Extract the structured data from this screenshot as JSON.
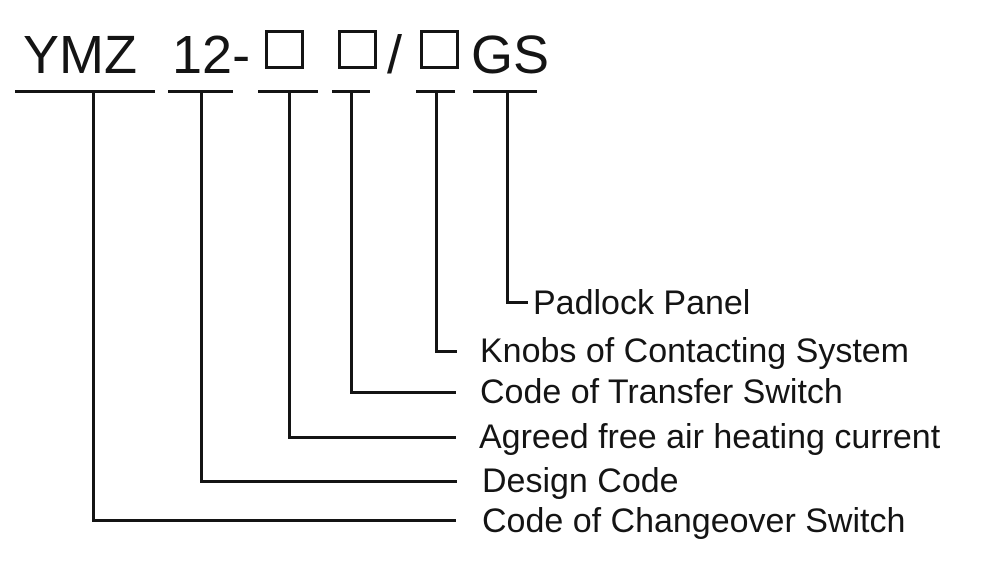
{
  "diagram": {
    "kind": "model-code-nomenclature",
    "full_code": "YMZ 12-□ □/□GS",
    "title_segments": {
      "series": "YMZ",
      "design": "12-",
      "slash": "/",
      "suffix": "GS",
      "placeholder_symbol": "□"
    },
    "callouts": [
      {
        "code_part": "suffix-GS",
        "label": "Padlock Panel"
      },
      {
        "code_part": "box-3",
        "label": "Knobs of Contacting System"
      },
      {
        "code_part": "box-2",
        "label": "Code of Transfer Switch"
      },
      {
        "code_part": "box-1",
        "label": "Agreed free air heating current"
      },
      {
        "code_part": "12-",
        "label": "Design Code"
      },
      {
        "code_part": "YMZ",
        "label": "Code of Changeover Switch"
      }
    ],
    "colors": {
      "ink": "#141414",
      "background": "#ffffff"
    }
  }
}
